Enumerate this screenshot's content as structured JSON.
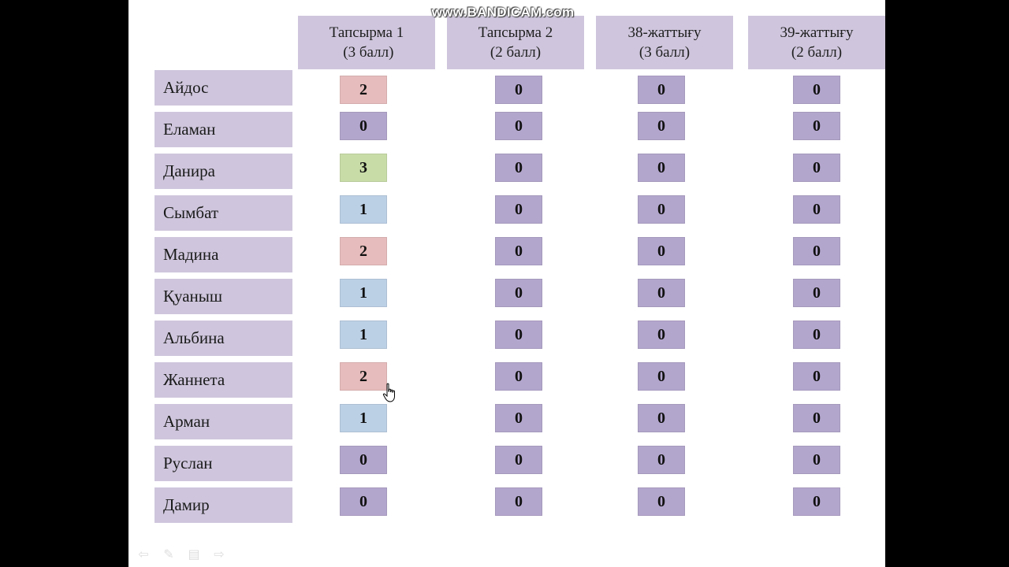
{
  "watermark": "www.BANDICAM.com",
  "columns": [
    {
      "line1": "Тапсырма 1",
      "line2": " (3 балл)"
    },
    {
      "line1": "Тапсырма 2",
      "line2": "(2 балл)"
    },
    {
      "line1": "38-жаттығу",
      "line2": "(3 балл)"
    },
    {
      "line1": "39-жаттығу",
      "line2": "(2 балл)"
    }
  ],
  "rows": [
    {
      "name": "Айдос",
      "scores": [
        "2",
        "0",
        "0",
        "0"
      ]
    },
    {
      "name": "Еламан",
      "scores": [
        "0",
        "0",
        "0",
        "0"
      ]
    },
    {
      "name": "Данира",
      "scores": [
        "3",
        "0",
        "0",
        "0"
      ]
    },
    {
      "name": "Сымбат",
      "scores": [
        "1",
        "0",
        "0",
        "0"
      ]
    },
    {
      "name": "Мадина",
      "scores": [
        "2",
        "0",
        "0",
        "0"
      ]
    },
    {
      "name": "Қуаныш",
      "scores": [
        "1",
        "0",
        "0",
        "0"
      ]
    },
    {
      "name": "Альбина",
      "scores": [
        "1",
        "0",
        "0",
        "0"
      ]
    },
    {
      "name": "Жаннета",
      "scores": [
        "2",
        "0",
        "0",
        "0"
      ]
    },
    {
      "name": "Арман",
      "scores": [
        "1",
        "0",
        "0",
        "0"
      ]
    },
    {
      "name": "Руслан",
      "scores": [
        "0",
        "0",
        "0",
        "0"
      ]
    },
    {
      "name": "Дамир",
      "scores": [
        "0",
        "0",
        "0",
        "0"
      ]
    }
  ],
  "score_colors": {
    "0": "#b3a6cd",
    "1": "#bcd0e5",
    "2": "#e7bcbc",
    "3": "#c8dca8"
  },
  "nav_icons": [
    "back-arrow-icon",
    "pen-icon",
    "menu-icon",
    "forward-arrow-icon"
  ]
}
